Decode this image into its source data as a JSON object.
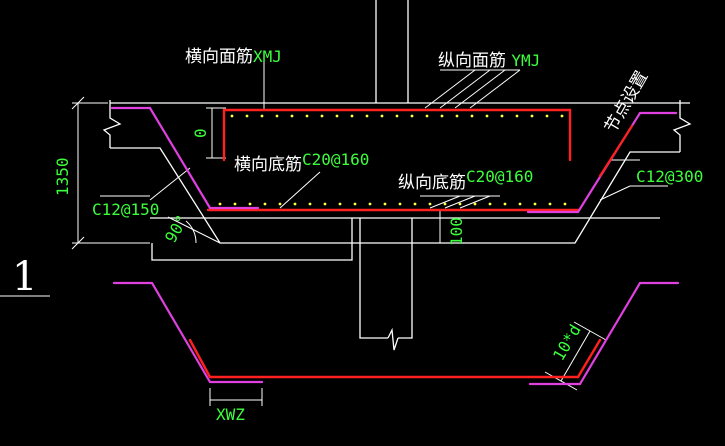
{
  "colors": {
    "background": "#000000",
    "outline": "#ffffff",
    "rebar_main": "#ff2020",
    "rebar_bent": "#e040e0",
    "text_green": "#3cff3c",
    "text_white": "#ffffff",
    "dots": "#ffff40"
  },
  "labels": {
    "transverse_top": "横向面筋",
    "transverse_top_code": "XMJ",
    "longitudinal_top": "纵向面筋",
    "longitudinal_top_code": "YMJ",
    "node_setting": "节点设置",
    "transverse_bottom": "横向底筋",
    "transverse_bottom_spec": "C20@160",
    "longitudinal_bottom": "纵向底筋",
    "longitudinal_bottom_spec": "C20@160",
    "stirrup_right": "C12@300",
    "stirrup_left": "C12@150",
    "height_dim": "1350",
    "top_offset_dim": "0",
    "bottom_cover_dim": "100",
    "angle": "90°",
    "section_number": "1",
    "anchor_length": "10*d",
    "bend_length_code": "XWZ"
  }
}
